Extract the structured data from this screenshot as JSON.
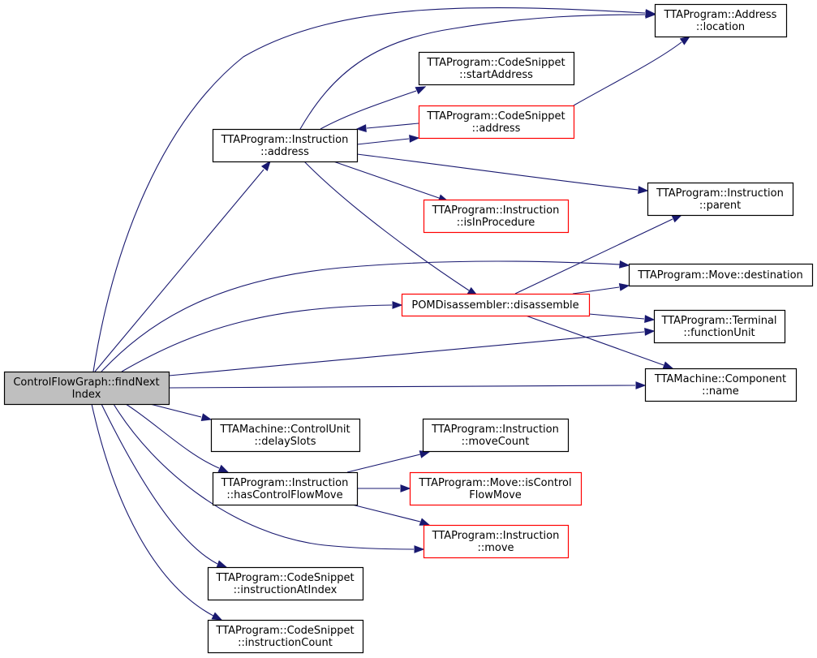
{
  "colors": {
    "edge": "#191970",
    "normal_border": "#000000",
    "truncated_border": "#ff0000",
    "focus_fill": "#bfbfbf",
    "node_fill": "#ffffff"
  },
  "nodes": [
    {
      "id": "cfg",
      "lines": [
        "ControlFlowGraph::findNext",
        "Index"
      ],
      "kind": "focus"
    },
    {
      "id": "addr_loc",
      "lines": [
        "TTAProgram::Address",
        "::location"
      ],
      "kind": "normal"
    },
    {
      "id": "cs_start",
      "lines": [
        "TTAProgram::CodeSnippet",
        "::startAddress"
      ],
      "kind": "normal"
    },
    {
      "id": "cs_addr",
      "lines": [
        "TTAProgram::CodeSnippet",
        "::address"
      ],
      "kind": "truncated"
    },
    {
      "id": "ins_addr",
      "lines": [
        "TTAProgram::Instruction",
        "::address"
      ],
      "kind": "normal"
    },
    {
      "id": "ins_parent",
      "lines": [
        "TTAProgram::Instruction",
        "::parent"
      ],
      "kind": "normal"
    },
    {
      "id": "ins_inproc",
      "lines": [
        "TTAProgram::Instruction",
        "::isInProcedure"
      ],
      "kind": "truncated"
    },
    {
      "id": "move_dest",
      "lines": [
        "TTAProgram::Move::destination"
      ],
      "kind": "normal"
    },
    {
      "id": "pom",
      "lines": [
        "POMDisassembler::disassemble"
      ],
      "kind": "truncated"
    },
    {
      "id": "term_fu",
      "lines": [
        "TTAProgram::Terminal",
        "::functionUnit"
      ],
      "kind": "normal"
    },
    {
      "id": "comp_name",
      "lines": [
        "TTAMachine::Component",
        "::name"
      ],
      "kind": "normal"
    },
    {
      "id": "cu_delay",
      "lines": [
        "TTAMachine::ControlUnit",
        "::delaySlots"
      ],
      "kind": "normal"
    },
    {
      "id": "ins_movecount",
      "lines": [
        "TTAProgram::Instruction",
        "::moveCount"
      ],
      "kind": "normal"
    },
    {
      "id": "ins_hascfm",
      "lines": [
        "TTAProgram::Instruction",
        "::hasControlFlowMove"
      ],
      "kind": "normal"
    },
    {
      "id": "move_iscfm",
      "lines": [
        "TTAProgram::Move::isControl",
        "FlowMove"
      ],
      "kind": "truncated"
    },
    {
      "id": "ins_move",
      "lines": [
        "TTAProgram::Instruction",
        "::move"
      ],
      "kind": "truncated"
    },
    {
      "id": "cs_insatidx",
      "lines": [
        "TTAProgram::CodeSnippet",
        "::instructionAtIndex"
      ],
      "kind": "normal"
    },
    {
      "id": "cs_inscount",
      "lines": [
        "TTAProgram::CodeSnippet",
        "::instructionCount"
      ],
      "kind": "normal"
    }
  ],
  "edges": [
    {
      "from": "cfg",
      "to": "addr_loc"
    },
    {
      "from": "cfg",
      "to": "ins_addr"
    },
    {
      "from": "cfg",
      "to": "move_dest"
    },
    {
      "from": "cfg",
      "to": "pom"
    },
    {
      "from": "cfg",
      "to": "term_fu"
    },
    {
      "from": "cfg",
      "to": "comp_name"
    },
    {
      "from": "cfg",
      "to": "cu_delay"
    },
    {
      "from": "cfg",
      "to": "ins_hascfm"
    },
    {
      "from": "cfg",
      "to": "ins_move"
    },
    {
      "from": "cfg",
      "to": "cs_insatidx"
    },
    {
      "from": "cfg",
      "to": "cs_inscount"
    },
    {
      "from": "ins_addr",
      "to": "addr_loc"
    },
    {
      "from": "ins_addr",
      "to": "cs_start"
    },
    {
      "from": "ins_addr",
      "to": "cs_addr"
    },
    {
      "from": "ins_addr",
      "to": "ins_parent"
    },
    {
      "from": "ins_addr",
      "to": "ins_inproc"
    },
    {
      "from": "ins_addr",
      "to": "pom"
    },
    {
      "from": "cs_addr",
      "to": "addr_loc"
    },
    {
      "from": "cs_addr",
      "to": "ins_addr"
    },
    {
      "from": "pom",
      "to": "ins_parent"
    },
    {
      "from": "pom",
      "to": "move_dest"
    },
    {
      "from": "pom",
      "to": "term_fu"
    },
    {
      "from": "pom",
      "to": "comp_name"
    },
    {
      "from": "ins_hascfm",
      "to": "ins_movecount"
    },
    {
      "from": "ins_hascfm",
      "to": "move_iscfm"
    },
    {
      "from": "ins_hascfm",
      "to": "ins_move"
    }
  ]
}
